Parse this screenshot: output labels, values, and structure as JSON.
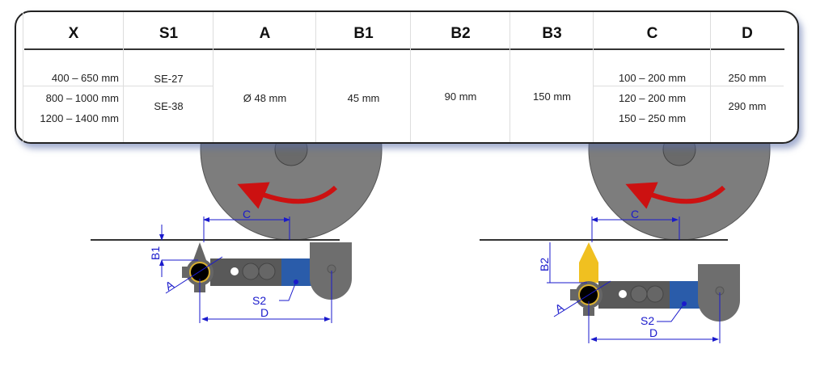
{
  "table": {
    "headers": [
      "X",
      "S1",
      "A",
      "B1",
      "B2",
      "B3",
      "C",
      "D"
    ],
    "x_values": [
      "400 –   650 mm",
      "800 – 1000 mm",
      "1200 – 1400 mm"
    ],
    "s1_values": [
      "SE-27",
      "SE-38"
    ],
    "a_value": "Ø 48 mm",
    "b1_value": "45 mm",
    "b2_value": "90 mm",
    "b3_value": "150 mm",
    "c_values": [
      "100  –  200 mm",
      "120  –  200 mm",
      "150  –  250 mm"
    ],
    "d_values": [
      "250 mm",
      "290 mm"
    ]
  },
  "diagram_left": {
    "c": "C",
    "b1": "B1",
    "a": "A",
    "s2": "S2",
    "d": "D"
  },
  "diagram_right": {
    "c": "C",
    "b2": "B2",
    "a": "A",
    "s2": "S2",
    "d": "D"
  },
  "colors": {
    "dimension": "#1a1acc",
    "arrow": "#cc1111",
    "wheel": "#7a7a7a",
    "arm": "#555",
    "block": "#2a5caa",
    "yellow": "#f0c020"
  }
}
